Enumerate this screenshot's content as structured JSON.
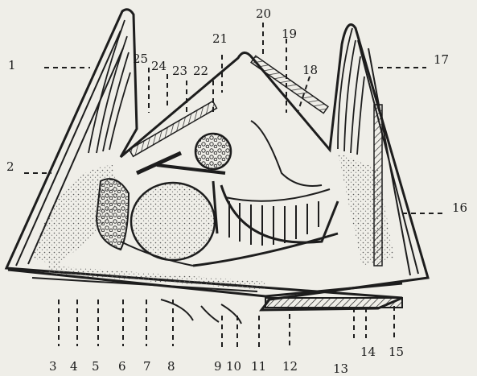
{
  "figure": {
    "labels": [
      "1",
      "2",
      "3",
      "4",
      "5",
      "6",
      "7",
      "8",
      "9",
      "10",
      "11",
      "12",
      "13",
      "14",
      "15",
      "16",
      "17",
      "18",
      "19",
      "20",
      "21",
      "22",
      "23",
      "24",
      "25"
    ]
  },
  "colors": {
    "paper": "#efeee8",
    "ink": "#1d1d1d",
    "stipple": "#c9c7bd"
  }
}
